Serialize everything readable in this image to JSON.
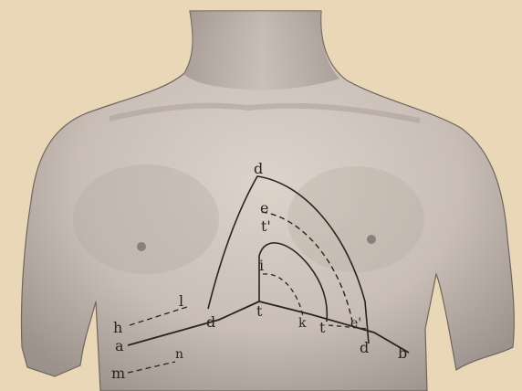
{
  "figure": {
    "labels": {
      "d_top": "d",
      "e": "e",
      "t_prime": "t'",
      "i": "i",
      "l": "l",
      "h": "h",
      "a": "a",
      "d_left": "d",
      "t_base": "t",
      "k": "k",
      "t_right": "t",
      "e_prime": "e'",
      "d_right": "d",
      "b": "b",
      "n": "n",
      "m": "m"
    },
    "colors": {
      "paper": "#e9d7b8",
      "ink": "#2a2420",
      "skin_light": "#d7ccc2",
      "skin_mid": "#b8ada5",
      "skin_dark": "#8e847e"
    }
  }
}
